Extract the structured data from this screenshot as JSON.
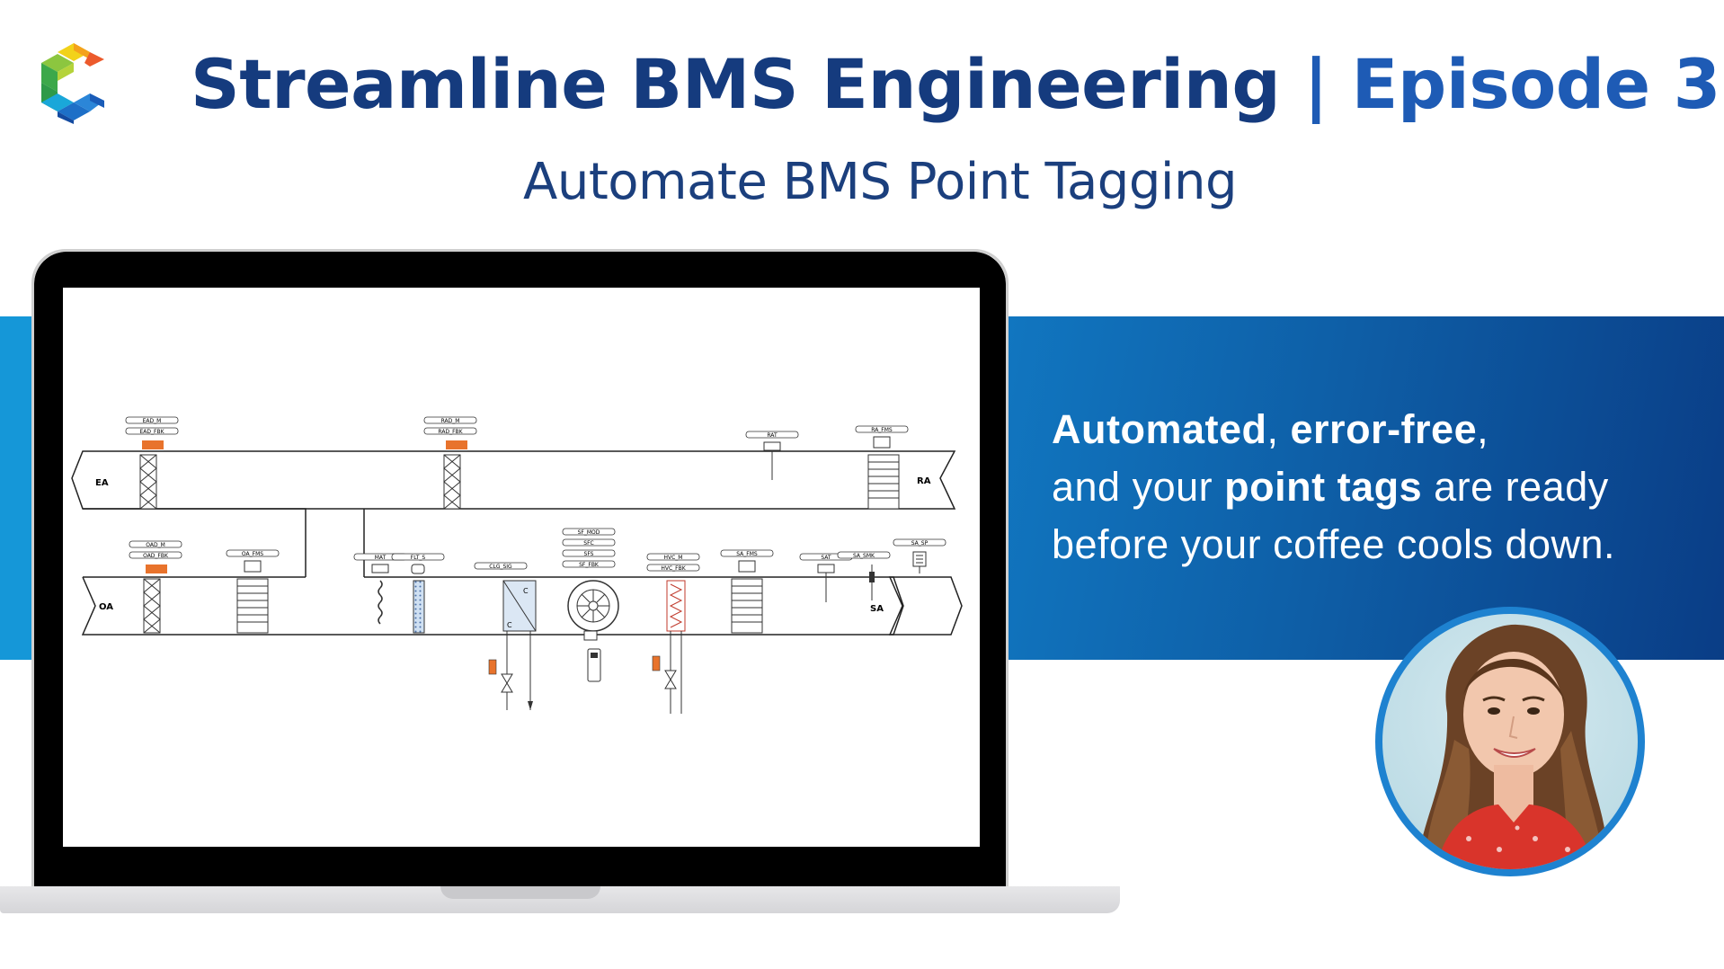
{
  "header": {
    "title_main": "Streamline BMS Engineering",
    "title_separator": "|",
    "title_episode": "Episode 3",
    "subtitle": "Automate BMS Point Tagging"
  },
  "banner": {
    "line1_bold_a": "Automated",
    "line1_mid": ", ",
    "line1_bold_b": "error-free",
    "line1_end": ",",
    "line2_start": "and your ",
    "line2_bold": "point tags",
    "line2_end": " are ready",
    "line3": "before your coffee cools down."
  },
  "diagram": {
    "duct_labels": {
      "ea": "EA",
      "ra": "RA",
      "oa": "OA",
      "sa": "SA"
    },
    "point_tags": {
      "ead_m": "EAD_M",
      "ead_fbk": "EAD_FBK",
      "rad_m": "RAD_M",
      "rad_fbk": "RAD_FBK",
      "rat": "RAT",
      "ra_fms": "RA_FMS",
      "oad_m": "OAD_M",
      "oad_fbk": "OAD_FBK",
      "oa_fms": "OA_FMS",
      "mat": "MAT",
      "flt_s": "FLT_S",
      "clg_sig": "CLG_SIG",
      "sf_mod": "SF_MOD",
      "sfc": "SFC",
      "sfs": "SFS",
      "sf_fbk": "SF_FBK",
      "hvc_m": "HVC_M",
      "hvc_fbk": "HVC_FBK",
      "sa_fms": "SA_FMS",
      "sat": "SAT",
      "sa_smk": "SA_SMK",
      "sa_sp": "SA_SP"
    },
    "coil_letter": "C"
  },
  "colors": {
    "title": "#153b7e",
    "episode": "#1e5bb5",
    "banner_start": "#1176c0",
    "banner_end": "#0a3d86",
    "left_strip": "#1597d8",
    "actuator": "#e8732c"
  },
  "icons": {
    "logo": "cube-logo-icon",
    "presenter": "presenter-avatar"
  }
}
